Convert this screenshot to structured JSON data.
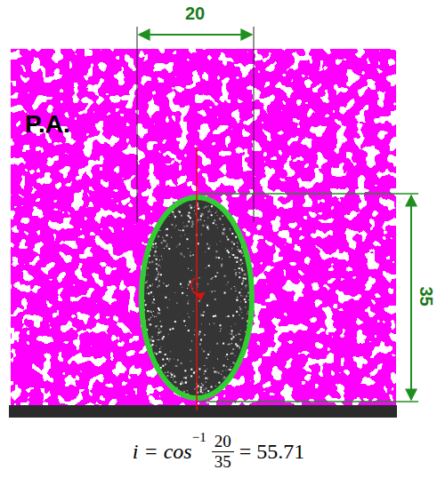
{
  "diagram": {
    "labels": [
      "P.A.",
      "20",
      "35",
      "i = cos",
      "−1",
      "20",
      "35",
      "= 55.71"
    ]
  }
}
